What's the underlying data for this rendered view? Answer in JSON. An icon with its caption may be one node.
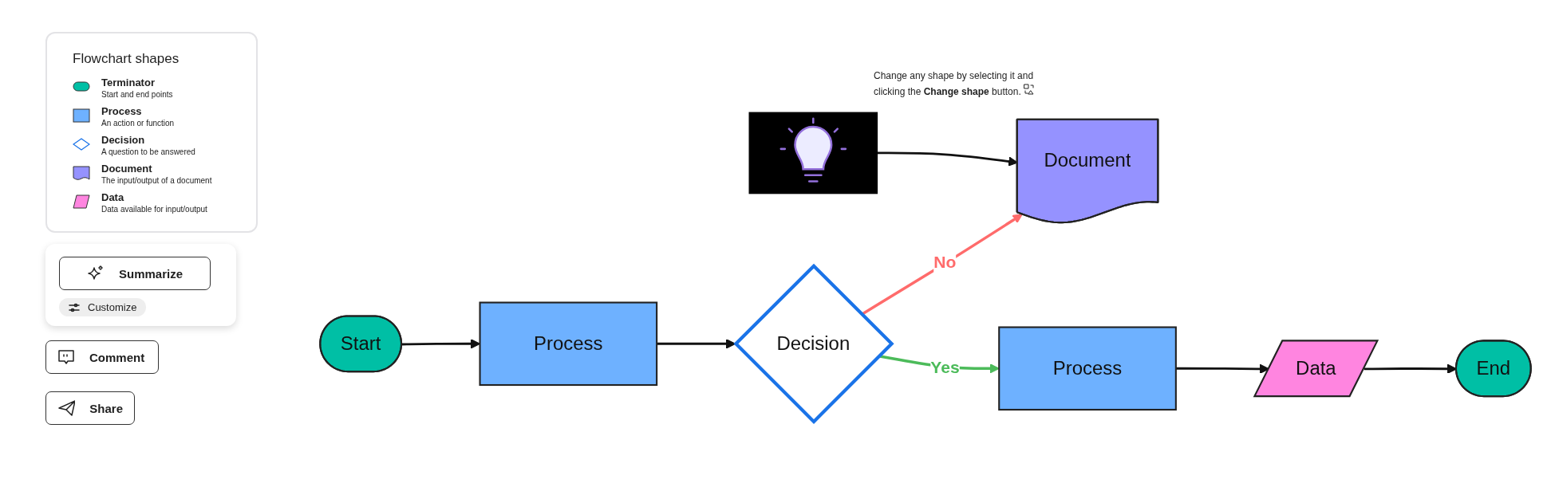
{
  "diagram": {
    "nodes": [
      {
        "text": [
          "Start"
        ]
      },
      {
        "text": [
          "Process"
        ]
      },
      {
        "text": [
          "Decision"
        ]
      },
      {
        "text": [
          "Document"
        ]
      },
      {
        "text": [
          "Process"
        ]
      },
      {
        "text": [
          "Data"
        ]
      },
      {
        "text": [
          "End"
        ]
      },
      {
        "text": [],
        "shape": "picture"
      }
    ],
    "edges": [
      {
        "from": 0,
        "to": 1,
        "arrow": "to"
      },
      {
        "from": 1,
        "to": 2,
        "arrow": "to"
      },
      {
        "from": 2,
        "to": 3,
        "label": "No",
        "arrow": "to",
        "color": "#ff6b6b"
      },
      {
        "from": 2,
        "to": 4,
        "label": "Yes",
        "arrow": "to",
        "color": "#4cbb5a"
      },
      {
        "from": 4,
        "to": 5,
        "arrow": "to"
      },
      {
        "from": 5,
        "to": 6,
        "arrow": "to"
      },
      {
        "from": 7,
        "to": 3,
        "arrow": "to"
      }
    ],
    "labels": [
      "Flowchart shapes",
      "Start and end points",
      "An action or function",
      "A question to be answered",
      "The input/output of a document",
      "Data available for input/output",
      "Summarize",
      "Customize",
      "Comment",
      "Share",
      "Change any shape by selecting it and clicking the **Change shape** button."
    ],
    "legend": [
      {
        "text": "Terminator",
        "color": "#00bfa5"
      },
      {
        "text": "Process",
        "color": "#6eb1ff"
      },
      {
        "text": "Decision",
        "color": "#1a73e8"
      },
      {
        "text": "Document",
        "color": "#9592ff"
      },
      {
        "text": "Data",
        "color": "#ff85e0"
      }
    ]
  }
}
